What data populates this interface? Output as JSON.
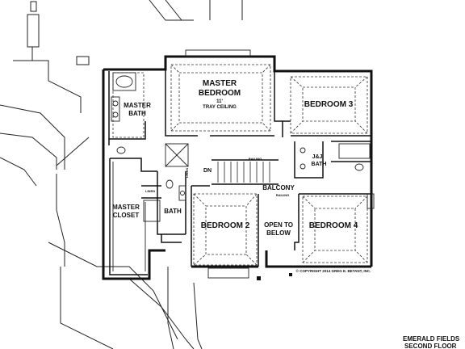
{
  "rooms": {
    "master_bedroom_line1": "MASTER",
    "master_bedroom_line2": "BEDROOM",
    "master_bedroom_height": "11'",
    "master_bedroom_ceiling": "TRAY CEILING",
    "master_bath_line1": "MASTER",
    "master_bath_line2": "BATH",
    "bedroom_3": "BEDROOM 3",
    "jj_bath_line1": "J&J",
    "jj_bath_line2": "BATH",
    "master_closet_line1": "MASTER",
    "master_closet_line2": "CLOSET",
    "linen": "LINEN",
    "linen_2": "LINEN",
    "bath": "BATH",
    "dn": "DN",
    "bedroom_2": "BEDROOM 2",
    "balcony": "BALCONY",
    "railing_top": "RAILING",
    "railing_bottom": "RAILING",
    "open_to_below_line1": "OPEN TO",
    "open_to_below_line2": "BELOW",
    "bedroom_4": "BEDROOM 4"
  },
  "copyright": "© COPYRIGHT 2014 GREG E. BETANT, INC.",
  "caption": {
    "line1": "EMERALD FIELDS",
    "line2": "SECOND FLOOR"
  },
  "colors": {
    "line": "#111111",
    "wall": "#222222",
    "background": "#ffffff"
  }
}
